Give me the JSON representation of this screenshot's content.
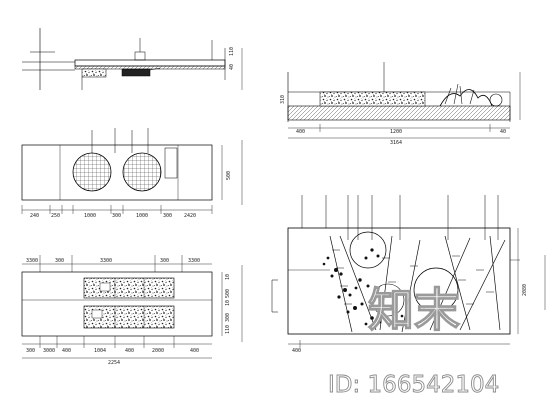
{
  "drawing": {
    "view1": {
      "dims": [
        "110",
        "40"
      ]
    },
    "view2": {
      "dims_bottom": [
        "240",
        "250",
        "1000",
        "300",
        "1000",
        "300",
        "2420"
      ],
      "dim_right": "500"
    },
    "view3": {
      "dims_top": [
        "3300",
        "300",
        "3300",
        "300",
        "3300"
      ],
      "dims_bottom": [
        "300",
        "3000",
        "400",
        "1004",
        "400",
        "2000",
        "400"
      ],
      "dims_bottom2": "2254",
      "dims_right": [
        "10",
        "500",
        "10",
        "300",
        "110"
      ]
    },
    "view4": {
      "dims_left": "310"
    },
    "view5": {
      "dims_bottom": [
        "400",
        "1200",
        "40"
      ],
      "dims_bottom2": "3164"
    },
    "view6": {
      "dims_right": "2080",
      "dims_bottom": [
        "400"
      ]
    }
  },
  "watermark": {
    "logo": "知末",
    "id_text": "ID: 166542104"
  }
}
